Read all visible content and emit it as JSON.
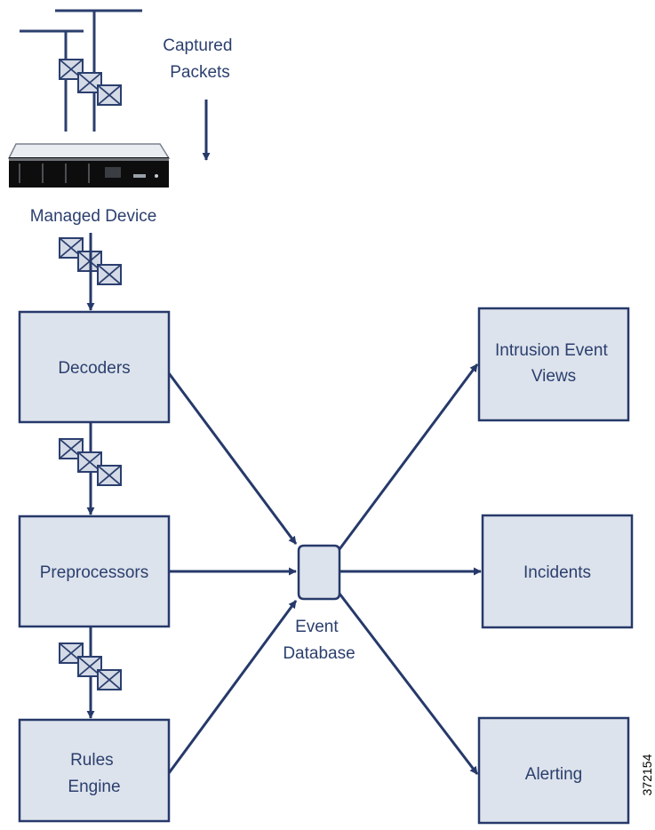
{
  "captured_packets": [
    "Captured",
    "Packets"
  ],
  "managed_device": "Managed Device",
  "stages": {
    "decoders": [
      "Decoders"
    ],
    "preprocessors": [
      "Preprocessors"
    ],
    "rules_engine": [
      "Rules",
      "Engine"
    ]
  },
  "event_database": [
    "Event",
    "Database"
  ],
  "outputs": {
    "intrusion_event_views": [
      "Intrusion Event",
      "Views"
    ],
    "incidents": [
      "Incidents"
    ],
    "alerting": [
      "Alerting"
    ]
  },
  "figure_number": "372154",
  "colors": {
    "line": "#26396a",
    "text": "#2b3f6e",
    "box_fill": "#dde3ec",
    "envelope_fill": "#d4dae6"
  }
}
